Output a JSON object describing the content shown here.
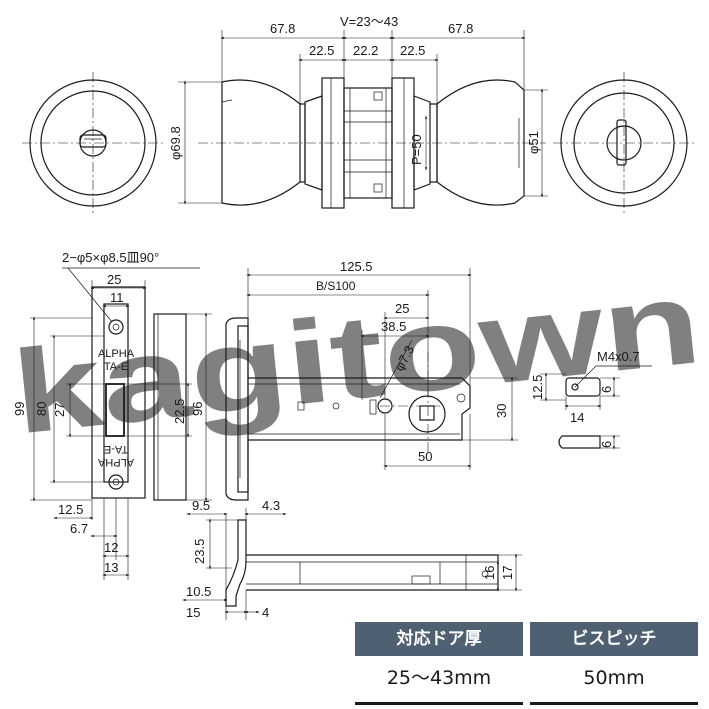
{
  "watermark": "kagitown",
  "top_view": {
    "dims": {
      "left_knob": "67.8",
      "door_range": "V=23～43",
      "right_knob": "67.8",
      "rose_left": "22.5",
      "middle": "22.2",
      "rose_right": "22.5",
      "knob_dia": "φ69.8",
      "pitch": "P=50",
      "rose_dia": "φ51"
    }
  },
  "face_plate": {
    "screw_note": "2−φ5×φ8.5皿90°",
    "brand_top": "ALPHA",
    "model_top": "TA-E",
    "brand_bottom": "ALPHA",
    "model_bottom": "TA-E",
    "dims": {
      "width": "25",
      "inner": "11",
      "height_total": "99",
      "height_plate": "80",
      "latch_height": "27",
      "strike_offset": "22.5",
      "strike_height": "96",
      "w1": "12.5",
      "w2": "6.7",
      "w3": "12",
      "w4": "13"
    }
  },
  "case_view": {
    "dims": {
      "length": "125.5",
      "backset": "B/S100",
      "d25": "25",
      "d38_5": "38.5",
      "hole": "φ7.3",
      "height": "30",
      "d50": "50"
    }
  },
  "bottom_view": {
    "dims": {
      "d9_5": "9.5",
      "d4_3": "4.3",
      "d23_5": "23.5",
      "d10_5": "10.5",
      "d15": "15",
      "d4": "4",
      "d16": "16",
      "d17": "17"
    }
  },
  "screw_detail": {
    "thread": "M4x0.7",
    "d12_5": "12.5",
    "d6a": "6",
    "d14": "14",
    "d6b": "6"
  },
  "specs": [
    {
      "label": "対応ドア厚",
      "value": "25〜43mm"
    },
    {
      "label": "ビスピッチ",
      "value": "50mm"
    }
  ]
}
